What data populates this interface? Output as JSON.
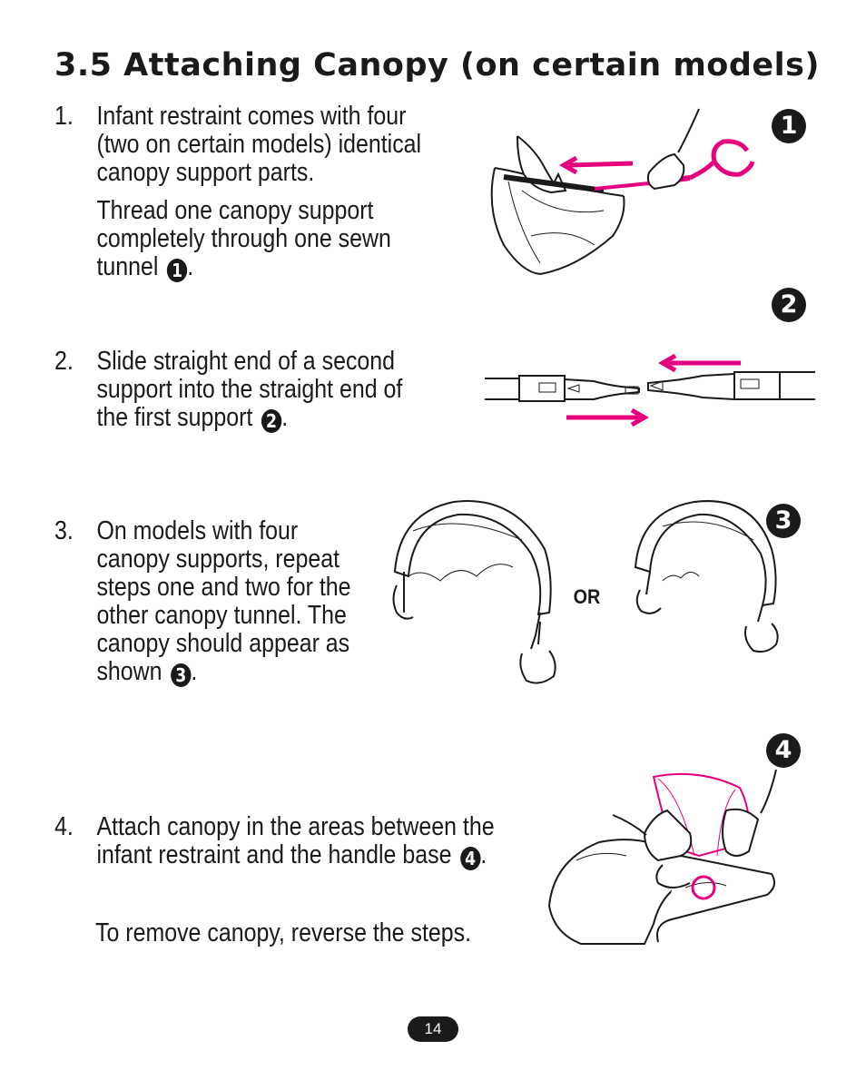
{
  "section": {
    "title": "3.5 Attaching Canopy (on certain models)"
  },
  "steps": [
    {
      "number": "1.",
      "paragraphs": [
        [
          "Infant restraint comes with four",
          "(two on certain models) identical",
          "canopy support parts."
        ],
        [
          "Thread one canopy support",
          "completely through one sewn"
        ]
      ],
      "tail_text": "tunnel",
      "ref": "1",
      "end_punct": "."
    },
    {
      "number": "2.",
      "lines": [
        "Slide straight end of a second",
        "support into the straight end of"
      ],
      "tail_text": "the first support",
      "ref": "2",
      "end_punct": "."
    },
    {
      "number": "3.",
      "lines": [
        "On models with four",
        "canopy supports, repeat",
        "steps one and two for the",
        "other canopy tunnel. The",
        "canopy should appear as"
      ],
      "tail_text": "shown",
      "ref": "3",
      "end_punct": "."
    },
    {
      "number": "4.",
      "lines": [
        "Attach canopy in the areas between the"
      ],
      "tail_text": "infant restraint and the handle base",
      "ref": "4",
      "end_punct": "."
    }
  ],
  "remove_text": "To remove canopy, reverse the steps.",
  "or_label": "OR",
  "figure_badges": [
    "1",
    "2",
    "3",
    "4"
  ],
  "page_number": "14",
  "colors": {
    "accent": "#e6007e",
    "ink": "#1a1a1a"
  }
}
